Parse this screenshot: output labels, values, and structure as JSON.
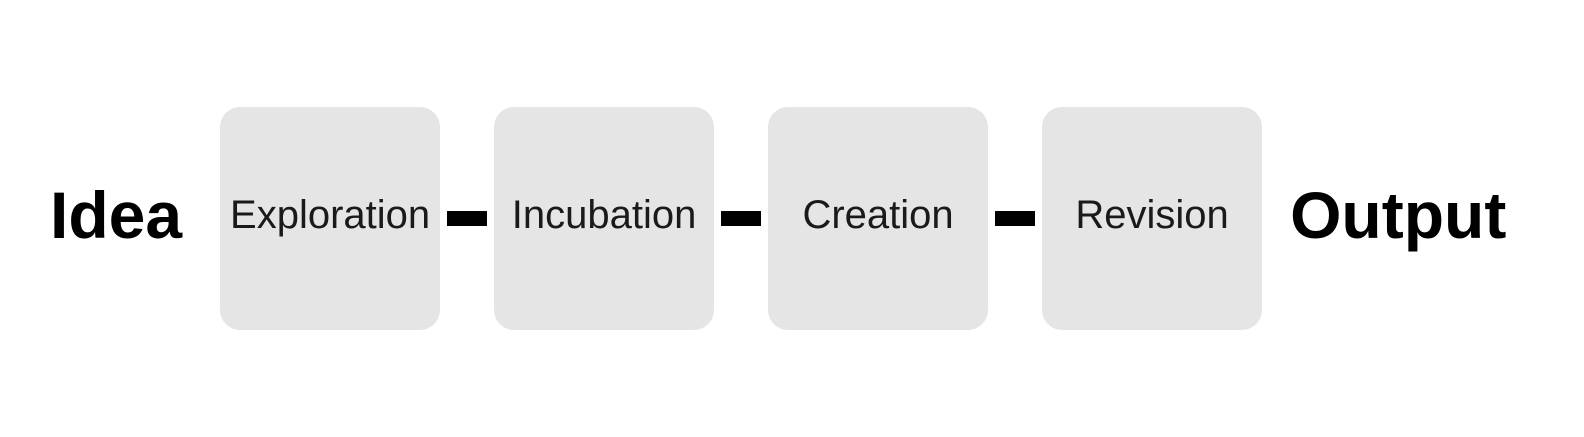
{
  "diagram": {
    "input_label": "Idea",
    "output_label": "Output",
    "stages": [
      {
        "label": "Exploration"
      },
      {
        "label": "Incubation"
      },
      {
        "label": "Creation"
      },
      {
        "label": "Revision"
      }
    ],
    "connector_shape": "horizontal-bar",
    "colors": {
      "box_bg": "#e5e5e5",
      "connector": "#000000",
      "title_text": "#000000",
      "label_text": "#1a1a1a",
      "page_bg": "#ffffff"
    }
  }
}
